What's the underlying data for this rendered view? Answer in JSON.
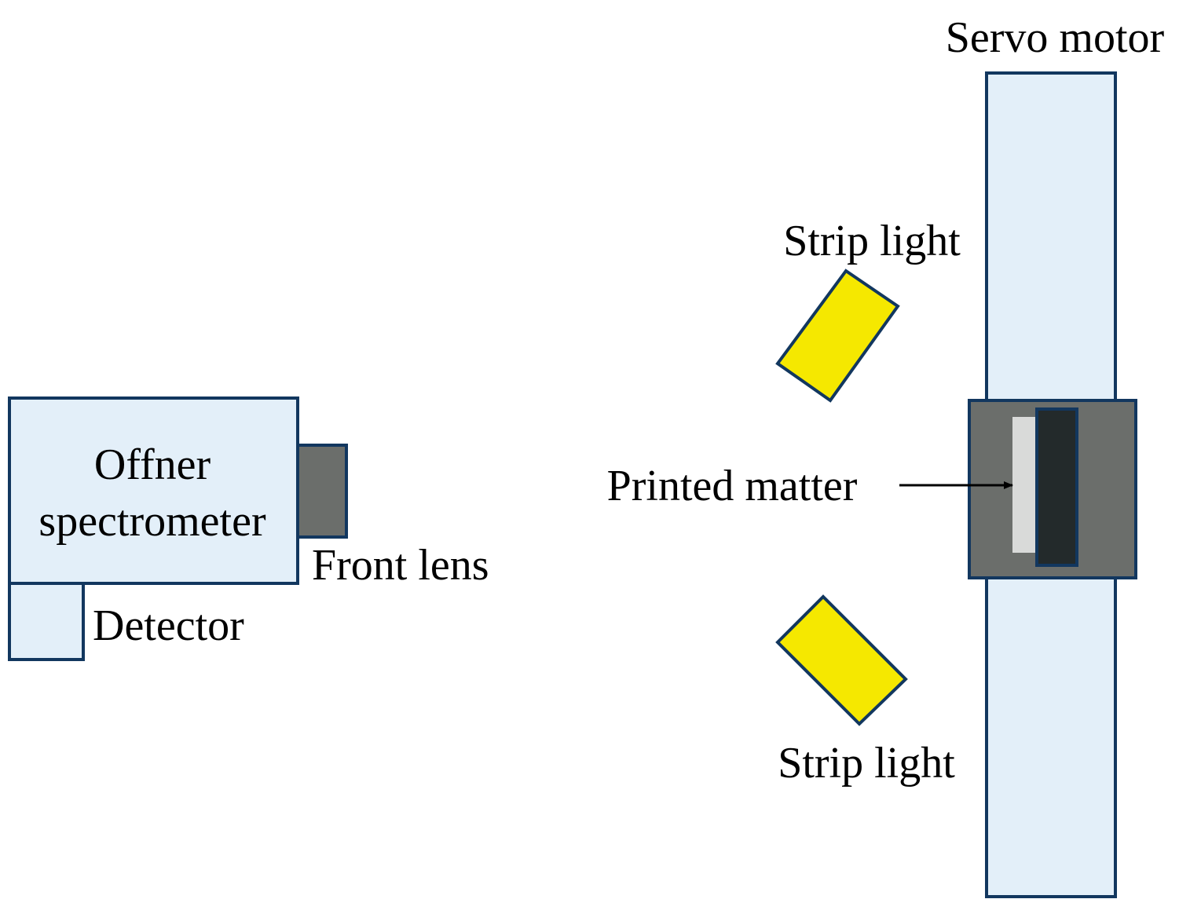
{
  "colors": {
    "light_blue_fill": "#e3eff9",
    "navy_stroke": "#12375f",
    "dark_gray_fill": "#6b6e6b",
    "dark_panel": "#232a2b",
    "light_gray_strip": "#d9dad9",
    "yellow": "#f5e800",
    "text": "#000000"
  },
  "labels": {
    "servo_motor": "Servo motor",
    "strip_light_top": "Strip light",
    "strip_light_bottom": "Strip light",
    "printed_matter": "Printed matter",
    "offner_line1": "Offner",
    "offner_line2": "spectrometer",
    "front_lens": "Front lens",
    "detector": "Detector"
  }
}
